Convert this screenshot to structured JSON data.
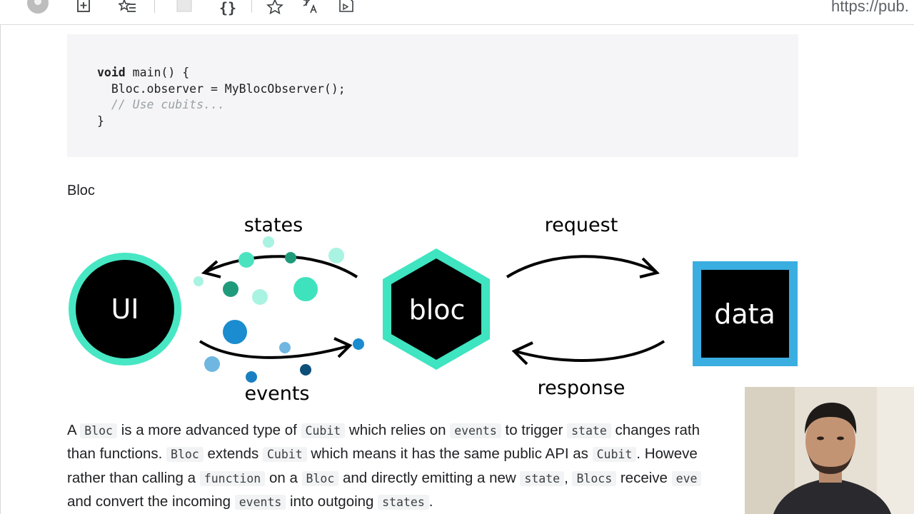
{
  "browser": {
    "url_text": "https://pub.",
    "icons": [
      "avatar-icon",
      "add-tab-icon",
      "favorites-list-icon",
      "page-icon",
      "braces-icon",
      "star-icon",
      "translate-icon",
      "read-aloud-icon"
    ]
  },
  "code": {
    "lines": [
      {
        "keyword": "void",
        "text": " main() {"
      },
      {
        "text": "  Bloc.observer = MyBlocObserver();"
      },
      {
        "comment": "  // Use cubits..."
      },
      {
        "text": "}"
      }
    ]
  },
  "section": {
    "label": "Bloc"
  },
  "diagram": {
    "nodes": {
      "ui": "UI",
      "bloc": "bloc",
      "data": "data"
    },
    "labels": {
      "states": "states",
      "events": "events",
      "request": "request",
      "response": "response"
    },
    "colors": {
      "teal": "#36e6c0",
      "blue": "#1f8fd1",
      "dark_teal": "#1a9c7a",
      "navy": "#0e4f7a",
      "light_blue": "#3aaee0"
    }
  },
  "paragraph": {
    "lines": [
      [
        {
          "t": "A "
        },
        {
          "c": "Bloc"
        },
        {
          "t": " is a more advanced type of "
        },
        {
          "c": "Cubit"
        },
        {
          "t": " which relies on "
        },
        {
          "c": "events"
        },
        {
          "t": " to trigger "
        },
        {
          "c": "state"
        },
        {
          "t": " changes rath"
        }
      ],
      [
        {
          "t": "than functions. "
        },
        {
          "c": "Bloc"
        },
        {
          "t": " extends "
        },
        {
          "c": "Cubit"
        },
        {
          "t": " which means it has the same public API as "
        },
        {
          "c": "Cubit"
        },
        {
          "t": ". Howeve"
        }
      ],
      [
        {
          "t": "rather than calling a "
        },
        {
          "c": "function"
        },
        {
          "t": " on a "
        },
        {
          "c": "Bloc"
        },
        {
          "t": " and directly emitting a new "
        },
        {
          "c": "state"
        },
        {
          "t": ", "
        },
        {
          "c": "Blocs"
        },
        {
          "t": " receive "
        },
        {
          "c": "eve"
        }
      ],
      [
        {
          "t": "and convert the incoming "
        },
        {
          "c": "events"
        },
        {
          "t": " into outgoing "
        },
        {
          "c": "states"
        },
        {
          "t": "."
        }
      ]
    ]
  }
}
